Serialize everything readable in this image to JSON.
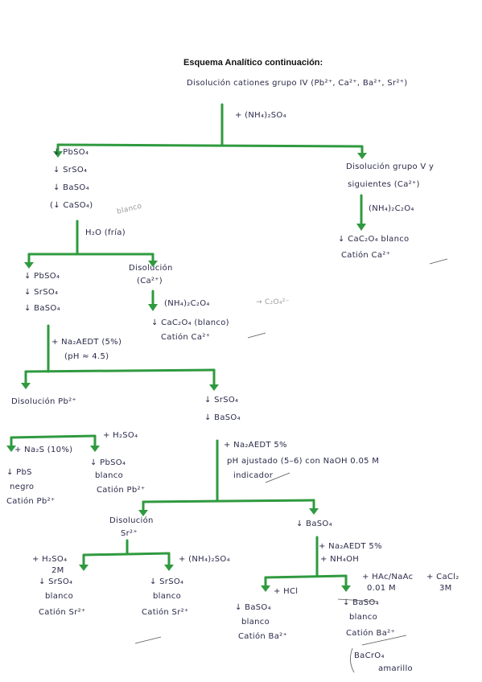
{
  "title": "Esquema Analítico continuación:",
  "nodes": {
    "start": "Disolución cationes grupo IV (Pb²⁺, Ca²⁺, Ba²⁺, Sr²⁺)",
    "reagent_1": "+ (NH₄)₂SO₄",
    "left_1": [
      "↓ PbSO₄",
      "↓ SrSO₄",
      "↓ BaSO₄",
      "(↓ CaSO₄)"
    ],
    "left_1_note": "blanco",
    "right_1": [
      "Disolución grupo V y",
      "siguientes (Ca²⁺)"
    ],
    "reagent_ca": "(NH₄)₂C₂O₄",
    "ca_result": [
      "↓ CaC₂O₄ blanco",
      "Catión Ca²⁺"
    ],
    "reagent_2": "H₂O (fría)",
    "left_2": [
      "↓ PbSO₄",
      "↓ SrSO₄",
      "↓ BaSO₄"
    ],
    "right_2": [
      "Disolución",
      "(Ca²⁺)"
    ],
    "reagent_ca2": "(NH₄)₂C₂O₄",
    "reagent_ca2_side": "→ C₂O₄²⁻",
    "ca2_result": [
      "↓ CaC₂O₄ (blanco)",
      "Catión Ca²⁺"
    ],
    "reagent_3": [
      "+ Na₂AEDT (5%)",
      "(pH ≈ 4.5)"
    ],
    "left_3": "Disolución Pb²⁺",
    "right_3": [
      "↓ SrSO₄",
      "↓ BaSO₄"
    ],
    "pb_reagent_a": "+ Na₂S (10%)",
    "pb_reagent_b": "+ H₂SO₄",
    "pb_result_a": [
      "↓ PbS",
      "negro",
      "Catión Pb²⁺"
    ],
    "pb_result_b": [
      "↓ PbSO₄",
      "blanco",
      "Catión Pb²⁺"
    ],
    "reagent_4": [
      "+ Na₂AEDT 5%",
      "pH ajustado (5–6) con NaOH 0.05 M",
      "indicador"
    ],
    "left_4": [
      "Disolución",
      "Sr²⁺"
    ],
    "right_4": "↓ BaSO₄",
    "sr_reagent_a": [
      "+ H₂SO₄",
      "2M"
    ],
    "sr_reagent_b": "+ (NH₄)₂SO₄",
    "sr_result_a": [
      "↓ SrSO₄",
      "blanco",
      "Catión Sr²⁺"
    ],
    "sr_result_b": [
      "↓ SrSO₄",
      "blanco",
      "Catión Sr²⁺"
    ],
    "reagent_5": [
      "+ Na₂AEDT 5%",
      "+ NH₄OH"
    ],
    "ba_reagent_a": "+ HCl",
    "ba_reagent_b": [
      "+ HAc/NaAc",
      "0.01 M"
    ],
    "ba_reagent_c": [
      "+ CaCl₂",
      "3M"
    ],
    "ba_result_a": [
      "↓ BaSO₄",
      "blanco",
      "Catión Ba²⁺"
    ],
    "ba_result_b": [
      "↓ BaSO₄",
      "blanco",
      "Catión Ba²⁺"
    ],
    "ba_note": [
      "BaCrO₄",
      "amarillo"
    ]
  }
}
